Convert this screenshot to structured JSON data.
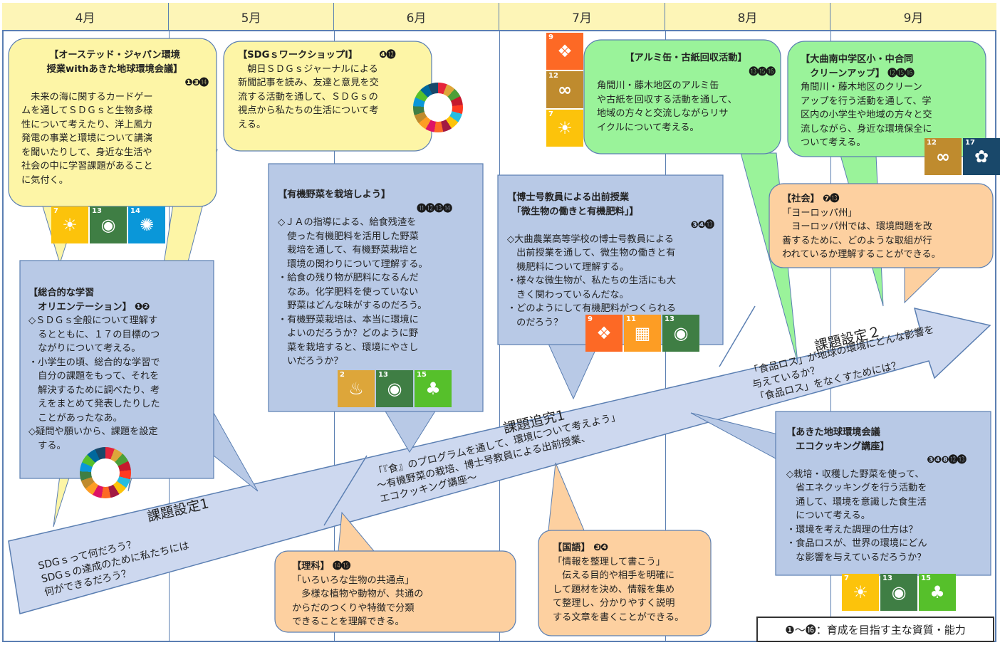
{
  "months": [
    "4月",
    "5月",
    "6月",
    "7月",
    "8月",
    "9月"
  ],
  "colors": {
    "yellow": "#fdf5a6",
    "green": "#9af39a",
    "blue": "#b8c9e6",
    "orange": "#fdd0a0",
    "arrow": "#cdd8ef",
    "border": "#5b7fb2"
  },
  "stages": {
    "s1": {
      "title": "課題設定1",
      "text": "SDGｓって何だろう？\nSDGｓの達成のために私たちには\n何ができるだろう？"
    },
    "s2": {
      "title": "課題追究1",
      "text": "「『食』のプログラムを通して、環境について考えよう」\n～有機野菜の栽培、博士号教員による出前授業、\nエコクッキング講座～"
    },
    "s3": {
      "title": "課題設定２",
      "text": "「食品ロス」が地球の環境にどんな影響を\n与えているか？\n「食品ロス」をなくすためには？"
    }
  },
  "boxes": {
    "ocean": {
      "title": "【オーステッド・ジャパン環境\n授業withあきた地球環境会議】",
      "nums": "❶❸⓮",
      "body": "　未来の海に関するカードゲー\nムを通してＳＤＧｓと生物多様\n性について考えたり、洋上風力\n発電の事業と環境について講演\nを聞いたりして、身近な生活や\n社会の中に学習課題があること\nに気付く。"
    },
    "workshop": {
      "title": "【SDGｓワークショップⅠ】",
      "nums": "❹⓬",
      "body": "　朝日ＳＤＧｓジャーナルによる\n新聞記事を読み、友達と意見を交\n流する活動を通して、ＳＤＧｓの\n視点から私たちの生活について考\nえる。"
    },
    "orientation": {
      "title": "【総合的な学習\n　オリエンテーション】",
      "nums": "❶❷",
      "body": "◇ＳＤＧｓ全般について理解す\n　るとともに、１７の目標のつ\n　ながりについて考える。\n・小学生の頃、総合的な学習で\n　自分の課題をもって、それを\n　解決するために調べたり、考\n　えをまとめて発表したりした\n　ことがあったなあ。\n◇疑問や願いから、課題を設定\n　する。"
    },
    "veg": {
      "title": "【有機野菜を栽培しよう】",
      "nums": "⓫⓬⓭⓮",
      "body": "◇ＪＡの指導による、給食残渣を\n　使った有機肥料を活用した野菜\n　栽培を通して、有機野菜栽培と\n　環境の関わりについて理解する。\n・給食の残り物が肥料になるんだ\n　なあ。化学肥料を使っていない\n　野菜はどんな味がするのだろう。\n・有機野菜栽培は、本当に環境に\n　よいのだろうか？どのように野\n　菜を栽培すると、環境にやさし\n　いだろうか？"
    },
    "doctor": {
      "title": "【博士号教員による出前授業\n　「微生物の働きと有機肥料」】",
      "nums": "❸❹⓭",
      "body": "◇大曲農業高等学校の博士号教員による\n　出前授業を通して、微生物の働きと有\n　機肥料について理解する。\n・様々な微生物が、私たちの生活にも大\n　きく関わっているんだな。\n・どのようにして有機肥料がつくられる\n　のだろう？"
    },
    "alumi": {
      "title": "【アルミ缶・古紙回収活動】",
      "nums": "⓭⓯⓰",
      "body": "角間川・藤木地区のアルミ缶\nや古紙を回収する活動を通して、\n地域の方々と交流しながらリサ\nイクルについて考える。"
    },
    "cleanup": {
      "title": "【大曲南中学区小・中合同\n　クリーンアップ】",
      "nums": "⓬⓯⓰",
      "body": "角間川・藤木地区のクリーン\nアップを行う活動を通して、学\n区内の小学生や地域の方々と交\n流しながら、身近な環境保全に\nついて考える。"
    },
    "social": {
      "title": "【社会】",
      "nums": "❼⓭",
      "body": "「ヨーロッパ州」\n　ヨーロッパ州では、環境問題を改\n善するために、どのような取組が行\nわれているか理解することができる。"
    },
    "eco": {
      "title": "【あきた地球環境会議\n　エコクッキング講座】",
      "nums": "❸❹❽⓬⓭",
      "body": "◇栽培・収穫した野菜を使って、\n　省エネクッキングを行う活動を\n　通して、環境を意識した食生活\n　について考える。\n・環境を考えた調理の仕方は？\n・食品ロスが、世界の環境にどん\n　な影響を与えているだろうか？"
    },
    "science": {
      "title": "【理科】",
      "nums": "⓮⓯",
      "body": "「いろいろな生物の共通点」\n　多様な植物や動物が、共通の\nからだのつくりや特徴で分類\nできることを理解できる。"
    },
    "japanese": {
      "title": "【国語】",
      "nums": "❸❹",
      "body": "「情報を整理して書こう」\n　伝える目的や相手を明確に\nして題材を決め、情報を集め\nて整理し、分かりやすく説明\nする文章を書くことができる。"
    }
  },
  "sdg_icons": {
    "ocean": [
      {
        "num": "7",
        "color": "#fcc30b",
        "icon": "sun-icon"
      },
      {
        "num": "13",
        "color": "#3f7e44",
        "icon": "eye-icon"
      },
      {
        "num": "14",
        "color": "#0a97d9",
        "icon": "fish-icon"
      }
    ],
    "veg": [
      {
        "num": "2",
        "color": "#dda63a",
        "icon": "bowl-icon"
      },
      {
        "num": "13",
        "color": "#3f7e44",
        "icon": "eye-icon"
      },
      {
        "num": "15",
        "color": "#56c02b",
        "icon": "tree-icon"
      }
    ],
    "doctor": [
      {
        "num": "9",
        "color": "#fd6925",
        "icon": "cubes-icon"
      },
      {
        "num": "11",
        "color": "#fd9d24",
        "icon": "city-icon"
      },
      {
        "num": "13",
        "color": "#3f7e44",
        "icon": "eye-icon"
      }
    ],
    "july": [
      {
        "num": "9",
        "color": "#fd6925",
        "icon": "cubes-icon"
      },
      {
        "num": "12",
        "color": "#bf8b2e",
        "icon": "infinity-icon"
      },
      {
        "num": "7",
        "color": "#fcc30b",
        "icon": "sun-icon"
      }
    ],
    "cleanup": [
      {
        "num": "12",
        "color": "#bf8b2e",
        "icon": "infinity-icon"
      },
      {
        "num": "17",
        "color": "#19486a",
        "icon": "flower-icon"
      }
    ],
    "eco": [
      {
        "num": "7",
        "color": "#fcc30b",
        "icon": "sun-icon"
      },
      {
        "num": "13",
        "color": "#3f7e44",
        "icon": "eye-icon"
      },
      {
        "num": "15",
        "color": "#56c02b",
        "icon": "tree-icon"
      }
    ]
  },
  "legend": "❶～⓰：育成を目指す主な資質・能力"
}
